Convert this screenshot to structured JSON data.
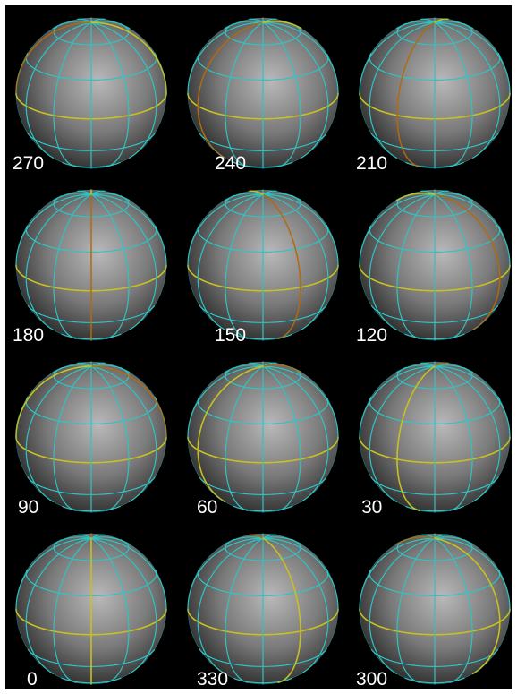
{
  "colors": {
    "background": "#000000",
    "sphere_highlight": "#b9b9b9",
    "sphere_mid": "#7a7a7a",
    "sphere_shadow": "#2a2a2a",
    "grid_line": "#2ec4c4",
    "equator": "#c8c020",
    "prime_meridian_front": "#c8c020",
    "prime_meridian_back": "#b06a10",
    "label_text": "#ffffff"
  },
  "globes": [
    {
      "label": "270",
      "rotation_deg": 270
    },
    {
      "label": "240",
      "rotation_deg": 240
    },
    {
      "label": "210",
      "rotation_deg": 210
    },
    {
      "label": "180",
      "rotation_deg": 180
    },
    {
      "label": "150",
      "rotation_deg": 150
    },
    {
      "label": "120",
      "rotation_deg": 120
    },
    {
      "label": "90",
      "rotation_deg": 90
    },
    {
      "label": "60",
      "rotation_deg": 60
    },
    {
      "label": "30",
      "rotation_deg": 30
    },
    {
      "label": "0",
      "rotation_deg": 0
    },
    {
      "label": "330",
      "rotation_deg": 330
    },
    {
      "label": "300",
      "rotation_deg": 300
    }
  ]
}
